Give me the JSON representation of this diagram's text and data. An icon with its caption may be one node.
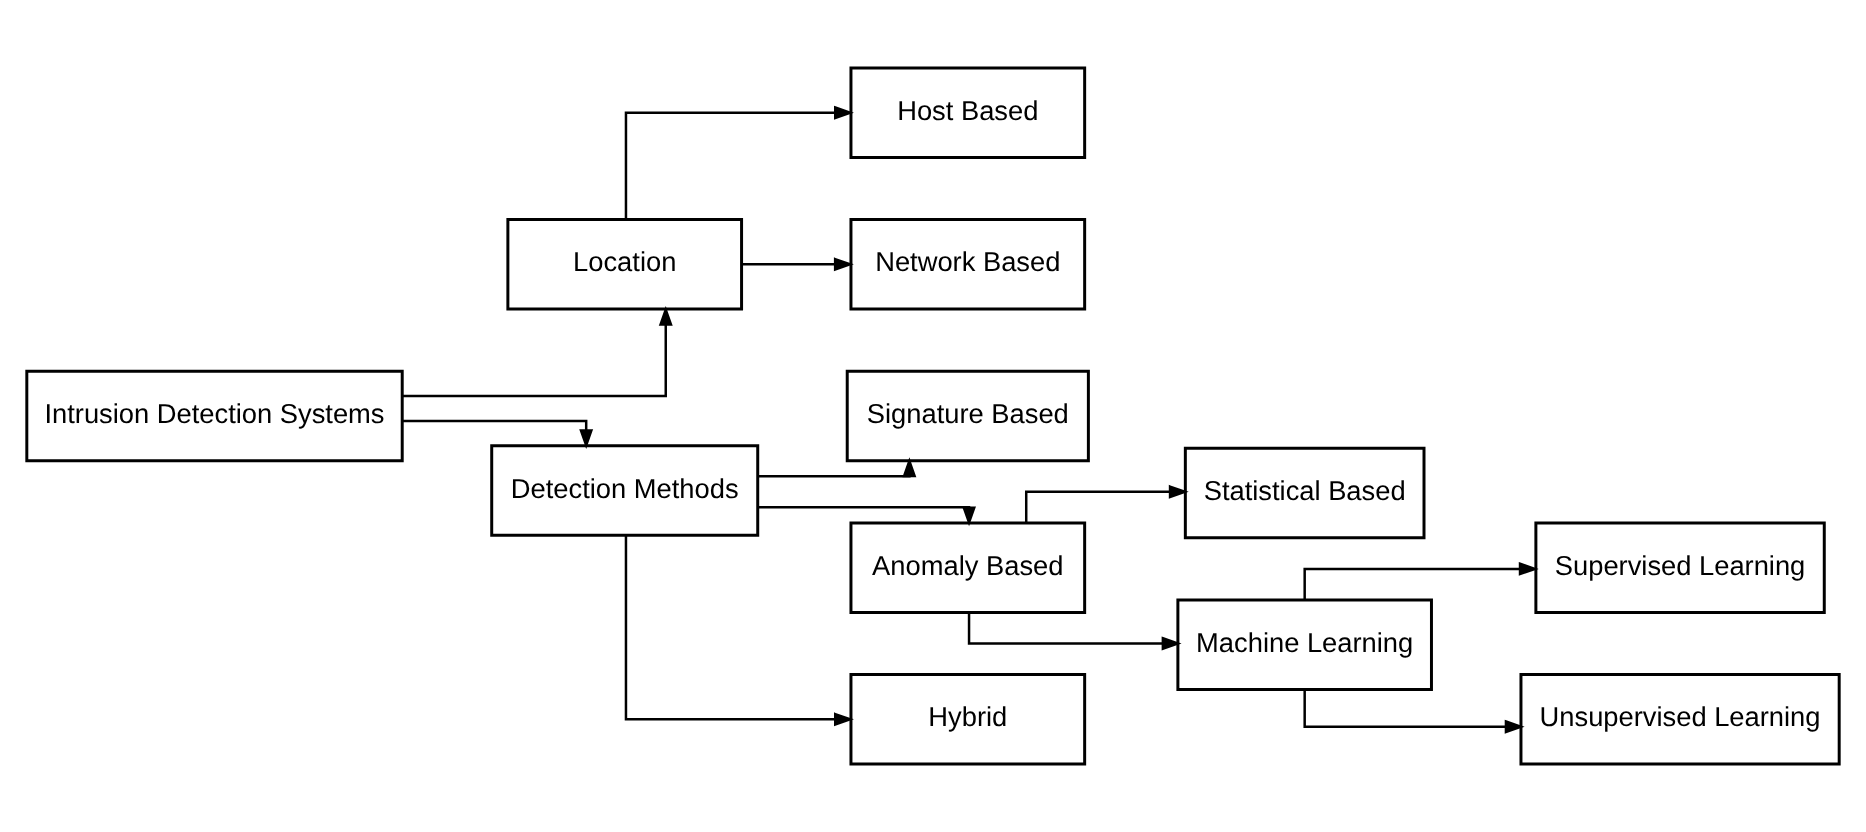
{
  "diagram": {
    "nodes": [
      {
        "text": [
          "Intrusion Detection Systems"
        ]
      },
      {
        "text": [
          "Location"
        ]
      },
      {
        "text": [
          "Detection Methods"
        ]
      },
      {
        "text": [
          "Host Based"
        ]
      },
      {
        "text": [
          "Network Based"
        ]
      },
      {
        "text": [
          "Signature Based"
        ]
      },
      {
        "text": [
          "Anomaly Based"
        ]
      },
      {
        "text": [
          "Hybrid"
        ]
      },
      {
        "text": [
          "Statistical Based"
        ]
      },
      {
        "text": [
          "Machine Learning"
        ]
      },
      {
        "text": [
          "Supervised Learning"
        ]
      },
      {
        "text": [
          "Unsupervised Learning"
        ]
      }
    ],
    "edges": [
      {
        "from": 0,
        "to": 1,
        "arrow": "to"
      },
      {
        "from": 0,
        "to": 2,
        "arrow": "to"
      },
      {
        "from": 1,
        "to": 3,
        "arrow": "to"
      },
      {
        "from": 1,
        "to": 4,
        "arrow": "to"
      },
      {
        "from": 2,
        "to": 5,
        "arrow": "to"
      },
      {
        "from": 2,
        "to": 6,
        "arrow": "to"
      },
      {
        "from": 2,
        "to": 7,
        "arrow": "to"
      },
      {
        "from": 6,
        "to": 8,
        "arrow": "to"
      },
      {
        "from": 6,
        "to": 9,
        "arrow": "to"
      },
      {
        "from": 9,
        "to": 10,
        "arrow": "to"
      },
      {
        "from": 9,
        "to": 11,
        "arrow": "to"
      }
    ]
  }
}
